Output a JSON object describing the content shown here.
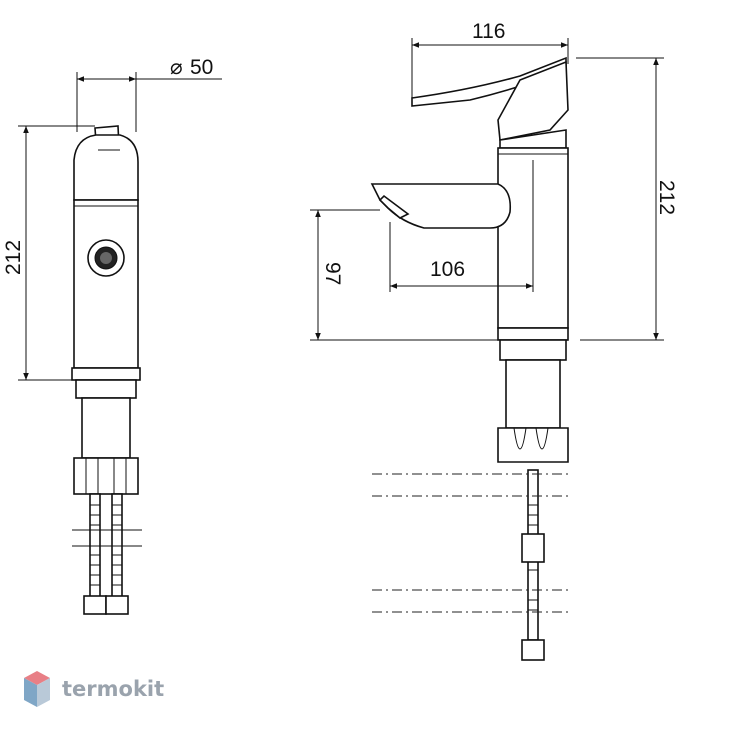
{
  "dimensions": {
    "diameter": "50",
    "height_left": "212",
    "width_top": "116",
    "height_right": "212",
    "spout_height": "97",
    "spout_reach": "106"
  },
  "logo": {
    "text": "termokit",
    "colors": {
      "top": "#e87f86",
      "mid": "#b9c9d8",
      "side": "#7fa6c6"
    }
  }
}
